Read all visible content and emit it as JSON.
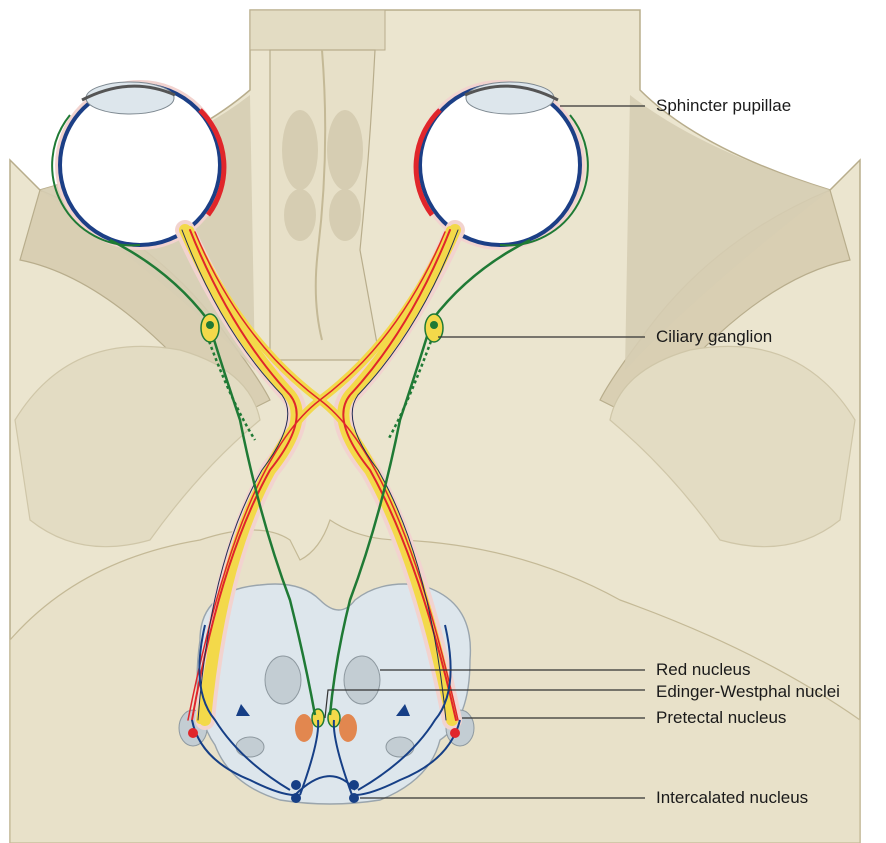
{
  "labels": {
    "sphincter_pupillae": "Sphincter pupillae",
    "ciliary_ganglion": "Ciliary ganglion",
    "red_nucleus": "Red nucleus",
    "edinger_westphal": "Edinger-Westphal nuclei",
    "pretectal_nucleus": "Pretectal nucleus",
    "intercalated_nucleus": "Intercalated nucleus"
  },
  "colors": {
    "bone": "#ebe5cf",
    "orbit_shade": "#d6cdb2",
    "brain_shade": "#e3dcc3",
    "midbrain": "#dde6ec",
    "optic_yellow": "#f3d94a",
    "afferent_red": "#e0262b",
    "efferent_green": "#1f7a35",
    "interneuron_blue": "#163f86",
    "pretectal_orange": "#e2874f",
    "leader_line": "#333333"
  }
}
